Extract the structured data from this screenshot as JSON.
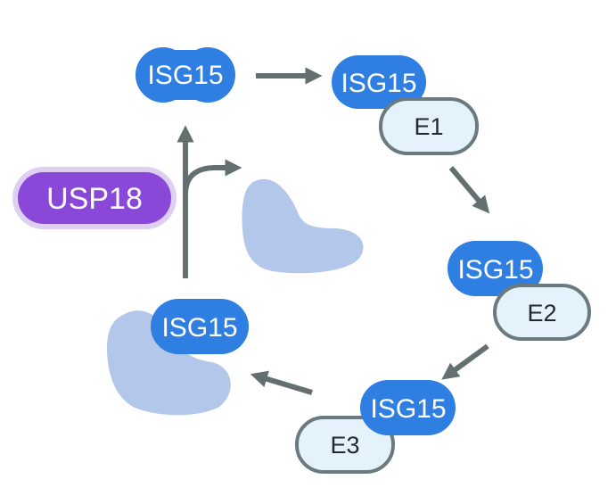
{
  "nodes": {
    "isg15_free": "ISG15",
    "isg15_e1": "ISG15",
    "e1": "E1",
    "isg15_e2": "ISG15",
    "e2": "E2",
    "isg15_e3": "ISG15",
    "e3": "E3",
    "isg15_substrate": "ISG15"
  },
  "usp18": {
    "label": "USP18"
  },
  "colors": {
    "isg15": "#2f7fe3",
    "enzyme_fill": "#e4f3fb",
    "enzyme_stroke": "#6a7a7e",
    "substrate": "#b2c7e9",
    "arrow": "#64706f",
    "usp18_fill": "#8a48d8",
    "usp18_halo": "#ddd0f2"
  }
}
